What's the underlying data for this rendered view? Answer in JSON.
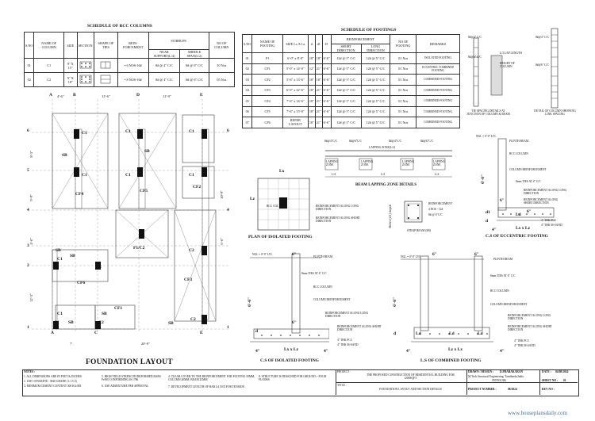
{
  "rcc_columns": {
    "title": "SCHEDULE OF RCC COLUMNS",
    "headers": [
      "S.NO",
      "NAME OF COLUMN",
      "SIZE",
      "SECTION",
      "SHAPE OF TIES",
      "REIN- FORCEMENT",
      "STIRRUPS",
      "NO OF COLUMN"
    ],
    "stirrup_sub": [
      "NEAR SUPPORT(L/4)",
      "MIDDLE SPAN(L/2)"
    ],
    "rows": [
      [
        "01",
        "C1",
        "9\" X 15\"",
        "",
        "",
        "• 6 NOS-16#",
        "8# @ 4\" C/C",
        "8# @ 6\" C/C",
        "10 Nos"
      ],
      [
        "02",
        "C2",
        "9\" X 18\"",
        "",
        "",
        "• 8 NOS-16#",
        "8# @ 4\" C/C",
        "8# @ 6\" C/C",
        "05 Nos"
      ]
    ]
  },
  "footings": {
    "title": "SCHEDULE OF FOOTINGS",
    "headers": [
      "S.NO",
      "NAME OF FOOTING",
      "SIZE Lx X Lz",
      "d",
      "d1",
      "D",
      "REINFORCEMENT",
      "NO OF FOOTING",
      "REMARKS"
    ],
    "rein_sub": [
      "SHORT DIRECTION",
      "LONG DIRECTION"
    ],
    "rows": [
      [
        "01",
        "F1",
        "6'-0\" x 8'-0\"",
        "18\"",
        "18\"",
        "6'-6\"",
        "12# @ 5\" C/C",
        "12# @ 5\" C/C",
        "01 Nos",
        "ISOLATED FOOTING"
      ],
      [
        "02",
        "CF1",
        "5'-0\" x 14'-0\"",
        "12\"",
        "21\"",
        "6'-6\"",
        "12# @ 5\" C/C",
        "12# @ 5\" C/C",
        "01 Nos",
        "ECCENTRIC COMBINED FOOTING"
      ],
      [
        "03",
        "CF2",
        "5'-6\" x 13'-6\"",
        "18\"",
        "18\"",
        "6'-6\"",
        "12# @ 5\" C/C",
        "12# @ 5\" C/C",
        "01 Nos",
        "COMBINED FOOTING"
      ],
      [
        "04",
        "CF3",
        "6'-0\" x 22'-6\"",
        "18\"",
        "21\"",
        "6'-6\"",
        "12# @ 5\" C/C",
        "12# @ 5\" C/C",
        "01 Nos",
        "COMBINED FOOTING"
      ],
      [
        "05",
        "CF4",
        "7'-6\" x 14'-6\"",
        "18\"",
        "21\"",
        "6'-6\"",
        "12# @ 5\" C/C",
        "12# @ 5\" C/C",
        "01 Nos",
        "COMBINED FOOTING"
      ],
      [
        "06",
        "CF5",
        "7'-6\" x 15'-0\"",
        "18\"",
        "21\"",
        "6'-6\"",
        "12# @ 5\" C/C",
        "12# @ 5\" C/C",
        "01 Nos",
        "COMBINED FOOTING"
      ],
      [
        "07",
        "CF6",
        "REFER LAYOUT",
        "18\"",
        "21\"",
        "6'-6\"",
        "12# @ 5\" C/C",
        "12# @ 5\" C/C",
        "01 Nos",
        "COMBINED FOOTING"
      ]
    ]
  },
  "layout": {
    "title": "FOUNDATION LAYOUT",
    "grid_letters": [
      "A",
      "B",
      "C",
      "D",
      "E"
    ],
    "grid_numbers": [
      "1",
      "2",
      "3",
      "4",
      "5",
      "6"
    ],
    "top_dims": [
      "4'-6\"",
      "11'-6\"",
      "11'-9\""
    ],
    "left_dims": [
      "8'-3\"",
      "9'-9\"",
      "4'-6\"",
      "12'-3\""
    ],
    "bottom_dims": [
      "7'",
      "20'-9\""
    ],
    "right_dims": [
      "10'-9\"",
      "6'-6\""
    ],
    "labels": {
      "c1": "C1",
      "c2": "C2",
      "sb": "SB",
      "cf1": "CF1",
      "cf2": "CF2",
      "cf3": "CF3",
      "cf4": "CF4",
      "cf5": "CF5",
      "cf6": "CF6",
      "f1c2": "F1/C2"
    }
  },
  "isolated_plan": {
    "title": "PLAN OF ISOLATED FOOTING",
    "lx": "Lx",
    "lz": "Lz",
    "rcc_col": "RCC COL",
    "notes": [
      "REINFORCEMENT ALONG LONG DIRECTION",
      "REINFORCEMENT ALONG SHORT DIRECTION"
    ]
  },
  "lapping": {
    "title": "BEAM LAPPING ZONE DETAILS",
    "zone": "LAPPING ZONE",
    "zone_center": "LAPPING ZONE(L/2)",
    "l4": "L/4",
    "l2": "L/2",
    "rebar": "8#@4\"C/C",
    "rebar2": "8#@6\"C/C"
  },
  "strap_beam": {
    "title": "STRAP BEAM (SB)",
    "refer": "Refer (d1) depth",
    "notes": [
      "REINFORCEMENT",
      "4 NOS - 12#",
      "8# @ 6\"C/C"
    ]
  },
  "eccentric": {
    "title": "C.S OF ECCENTRIC FOOTING",
    "ngl": "NGL = 0'-0\" LVL",
    "dims": [
      "6'-6\"",
      "6\"",
      "6\"",
      "4\"",
      "Lx x Lz",
      "Ld",
      "d1",
      "d"
    ],
    "notes": [
      "PLINTH BEAM",
      "RCC COLUMN",
      "COLUMN REINFORCEMENT",
      "8mm TIES AT 4\" C/C",
      "REINFORCEMENT ALONG LONG DIRECTION",
      "REINFORCEMENT ALONG SHORT DIRECTION",
      "4\" THK PCC",
      "4\" THK M-SAND"
    ]
  },
  "isolated_cs": {
    "title": "C.S OF ISOLATED FOOTING",
    "ngl": "NGL = 0'-0\" LVL",
    "dims": [
      "6'-6\"",
      "6\"",
      "4\"",
      "Lx x Lz",
      "d",
      "6\"",
      "4\""
    ],
    "notes": [
      "PLINTH BEAM",
      "8mm TIES AT 6\" C/C",
      "RCC COLUMN",
      "COLUMN REINFORCEMENT",
      "REINFORCEMENT ALONG LONG DIRECTION",
      "REINFORCEMENT ALONG SHORT DIRECTION",
      "4\" THK PCC",
      "4\" THK M-SAND"
    ]
  },
  "combined_cs": {
    "title": "L.S OF COMBINED FOOTING",
    "ngl": "NGL = 0'-0\" LVL",
    "dims": [
      "6'-6\"",
      "6\"",
      "6\"",
      "4\"",
      "Lz x Lx",
      "Ld",
      "Ld",
      "Ld",
      "d",
      "4\""
    ],
    "notes": [
      "PLINTH BEAM",
      "8mm TIES AT 6\" C/C",
      "RCC COLUMN",
      "COLUMN REINFORCEMENT",
      "REINFORCEMENT ALONG LONG DIRECTION",
      "REINFORCEMENT ALONG SHORT DIRECTION",
      "4\" THK PCC",
      "4\" THK M-SAND"
    ]
  },
  "col_details": {
    "title1": "TIE SPACING DETAILS AT JUNCTION OF COLUMN & BEAM",
    "title2": "DETAIL OF COLUMN SHOWING LINK SPACING",
    "rebar": "8#@4\" C/C",
    "rebar2": "8#@6\" C/C",
    "lap": "L/3 LAP LENGTH",
    "height": "HEIGHT OF COLUMN"
  },
  "notes": {
    "title": "NOTES :",
    "items": [
      "1. ALL DIMENSIONS ARE IN FEET & INCHES",
      "2. USE CONCRETE - M20 GRADE (1:1.5:3)",
      "3. MINIMUM CEMENT CONTENT 300 KG/M3",
      "4. CLEAR COVER TO THE REINFORCEMENT FOR FOOTING 50MM, COLUMN 40MM, BEAM 25MM",
      "5. HIGH YIELD STRENGTH DEFORMED BARS Fe500 CONFORMING IS 1786",
      "6. USE ADMIXTURE PER APPROVAL",
      "7. DEVELOPMENT LENGTH OF BAR Ld 50 D FOR TENSION",
      "8. STRUCTURE IS DESIGNED FOR GROUND + FOUR FLOORS"
    ]
  },
  "title_block": {
    "project_label": "PROJECT :",
    "project": "THE PROPOSED CONSTRUCTION OF RESIDENTIAL BUILDING FOR 1200SQFT.",
    "title_label": "TITLE :",
    "title": "FOUNDATION LAYOUT AND SECTION DETAILS",
    "drawn_label": "DRAWN / DESIGN :",
    "drawn": "D.PRABAKARAN",
    "firm": "M.Tech Structural Engineering, Tamilnadu,India.",
    "phone": "9597831386",
    "date_label": "DATE :",
    "date": "04/08/2024",
    "sheet_label": "SHEET NO :",
    "sheet": "01",
    "pn_label": "PROJECT NUMBER :",
    "pn": "08/2024",
    "rev_label": "REV NO :",
    "rev": "",
    "watermark": "www.houseplansdaily.com"
  }
}
